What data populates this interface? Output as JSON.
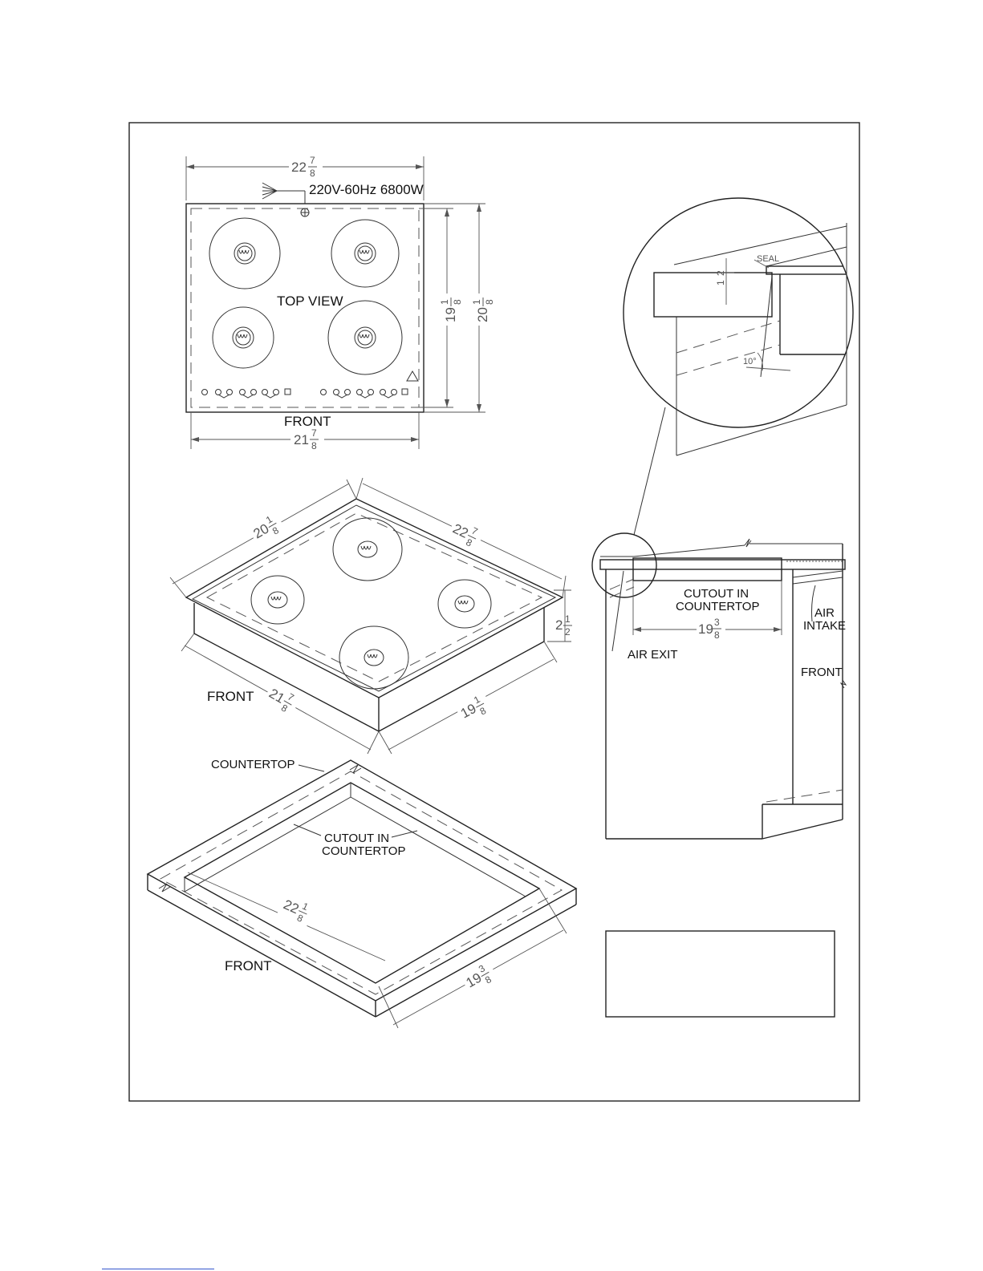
{
  "top_view": {
    "title": "TOP VIEW",
    "front": "FRONT",
    "electrical": "220V-60Hz  6800W",
    "width_top": {
      "whole": "22",
      "num": "7",
      "den": "8"
    },
    "width_bottom": {
      "whole": "21",
      "num": "7",
      "den": "8"
    },
    "depth_inner": {
      "whole": "19",
      "num": "1",
      "den": "8"
    },
    "depth_outer": {
      "whole": "20",
      "num": "1",
      "den": "8"
    }
  },
  "iso_view": {
    "front": "FRONT",
    "depth": {
      "whole": "20",
      "num": "1",
      "den": "8"
    },
    "width_back": {
      "whole": "22",
      "num": "7",
      "den": "8"
    },
    "height": {
      "whole": "2",
      "num": "1",
      "den": "2"
    },
    "width_front": {
      "whole": "21",
      "num": "7",
      "den": "8"
    },
    "depth_right": {
      "whole": "19",
      "num": "1",
      "den": "8"
    }
  },
  "cutout_view": {
    "countertop": "COUNTERTOP",
    "cutout_line1": "CUTOUT IN",
    "cutout_line2": "COUNTERTOP",
    "front": "FRONT",
    "width": {
      "whole": "22",
      "num": "1",
      "den": "8"
    },
    "depth": {
      "whole": "19",
      "num": "3",
      "den": "8"
    }
  },
  "side_view": {
    "cutout_line1": "CUTOUT IN",
    "cutout_line2": "COUNTERTOP",
    "width": {
      "whole": "19",
      "num": "3",
      "den": "8"
    },
    "air_exit": "AIR EXIT",
    "air_intake_line1": "AIR",
    "air_intake_line2": "INTAKE",
    "front": "FRONT"
  },
  "detail": {
    "seal": "SEAL",
    "angle": "10°",
    "gap": {
      "whole": "",
      "num": "1",
      "den": "2"
    }
  },
  "colors": {
    "line": "#222222",
    "dimension": "#555555",
    "background": "#ffffff"
  }
}
